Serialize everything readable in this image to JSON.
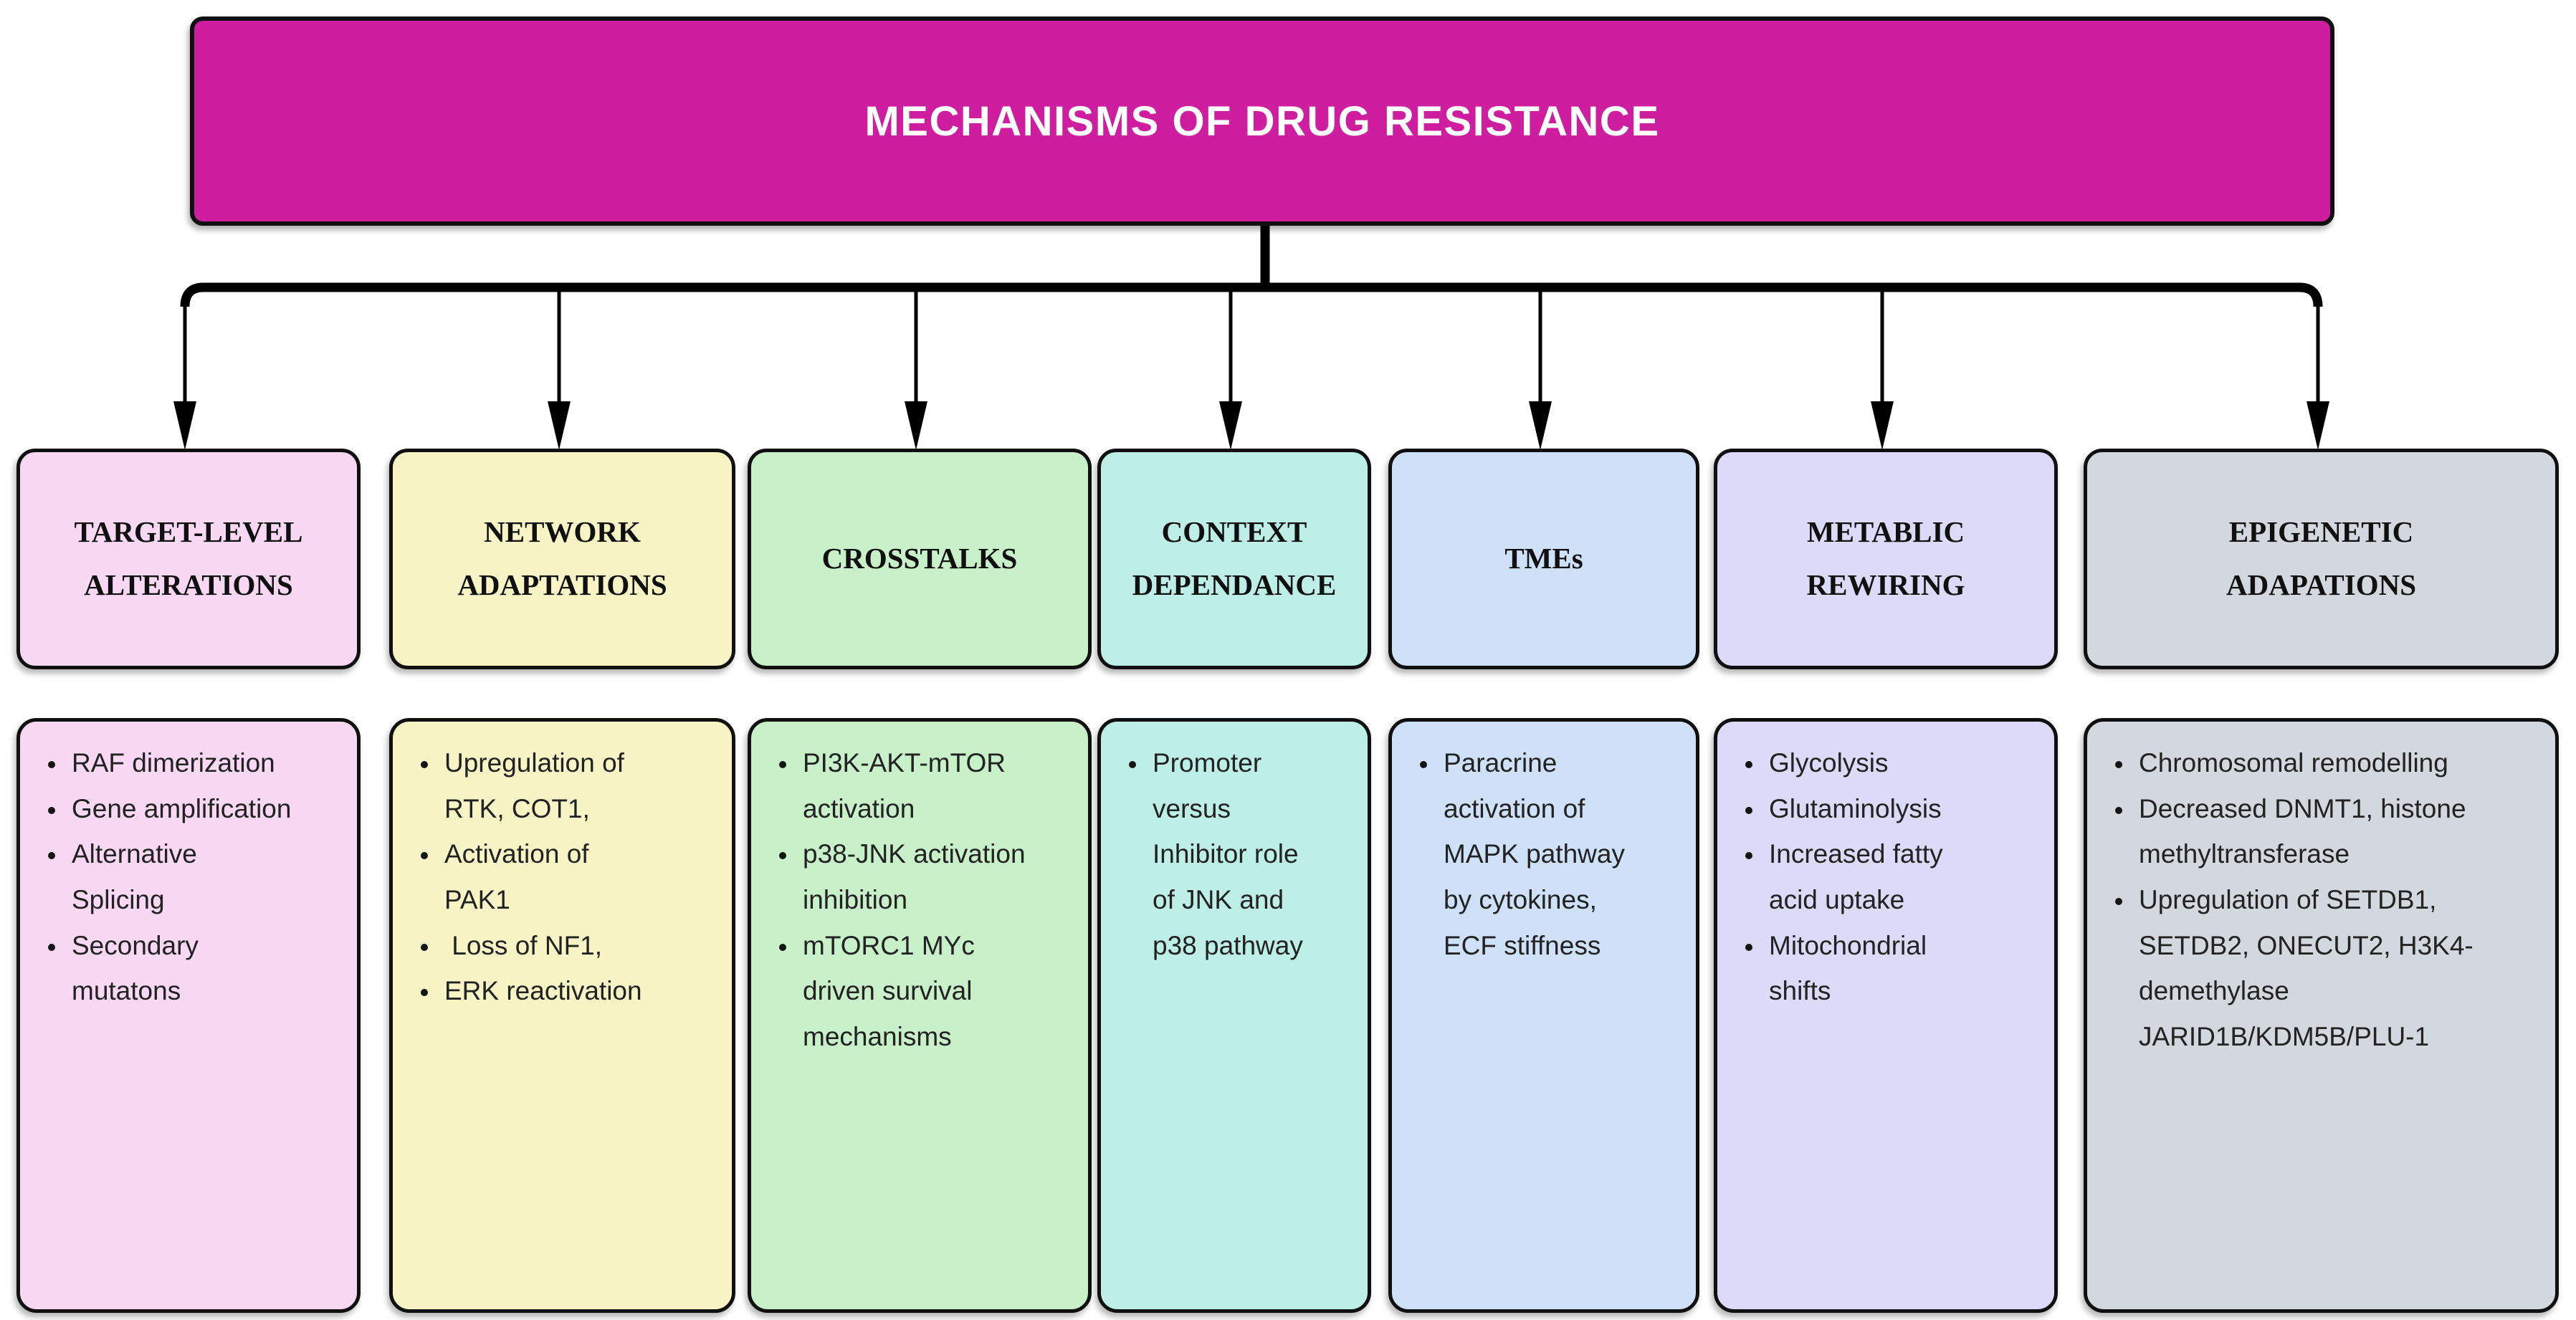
{
  "title": {
    "label": "MECHANISMS OF DRUG RESISTANCE",
    "bg_color": "#CE1D9E",
    "text_color": "#FFFFFF"
  },
  "connector": {
    "style": "trunk-with-arrow-branches",
    "line_color": "#000000"
  },
  "columns": [
    {
      "key": "target-level-alterations",
      "header": "TARGET-LEVEL\nALTERATIONS",
      "fill": "#F9D8F4",
      "items": [
        "RAF dimerization",
        "Gene amplification",
        "Alternative Splicing",
        "Secondary mutatons"
      ]
    },
    {
      "key": "network-adaptations",
      "header": "NETWORK\nADAPTATIONS",
      "fill": "#F8F4C6",
      "items": [
        "Upregulation of RTK, COT1,",
        "Activation of PAK1",
        " Loss of NF1,",
        "ERK reactivation"
      ]
    },
    {
      "key": "crosstalks",
      "header": "CROSSTALKS",
      "fill": "#C8F1C9",
      "items": [
        "PI3K-AKT-mTOR activation",
        "p38-JNK activation inhibition",
        "mTORC1 MYc driven survival mechanisms"
      ]
    },
    {
      "key": "context-dependance",
      "header": "CONTEXT\nDEPENDANCE",
      "fill": "#BEEFE7",
      "items": [
        "Promoter versus Inhibitor role of JNK and p38 pathway"
      ]
    },
    {
      "key": "tmes",
      "header": "TMEs",
      "fill": "#CFE1F9",
      "items": [
        "Paracrine activation of MAPK pathway by cytokines, ECF stiffness"
      ]
    },
    {
      "key": "metablic-rewiring",
      "header": "METABLIC\nREWIRING",
      "fill": "#DBDAF8",
      "items": [
        "Glycolysis",
        "Glutaminolysis",
        "Increased fatty acid uptake",
        "Mitochondrial shifts"
      ]
    },
    {
      "key": "epigenetic-adapations",
      "header": "EPIGENETIC\nADAPATIONS",
      "fill": "#D2D8DE",
      "items": [
        "Chromosomal remodelling",
        "Decreased DNMT1, histone methyltransferase",
        "Upregulation of SETDB1, SETDB2, ONECUT2, H3K4-demethylase JARID1B/KDM5B/PLU-1"
      ]
    }
  ]
}
